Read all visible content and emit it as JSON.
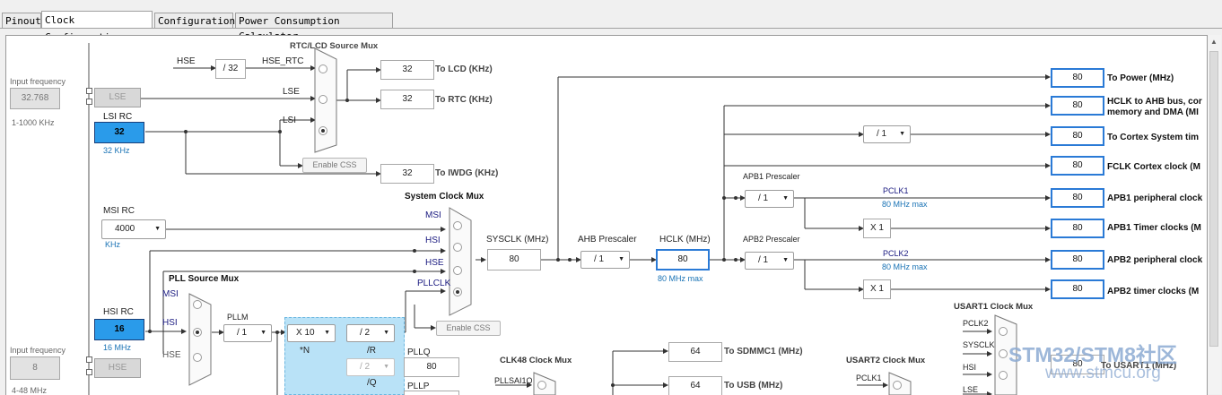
{
  "tabs": [
    {
      "label": "Pinout",
      "active": false
    },
    {
      "label": "Clock Configuration",
      "active": true
    },
    {
      "label": "Configuration",
      "active": false
    },
    {
      "label": "Power Consumption Calculator",
      "active": false
    }
  ],
  "left": {
    "input_freq_label_1": "Input frequency",
    "input_freq_value_1": "32.768",
    "range_1": "1-1000 KHz",
    "input_freq_label_2": "Input frequency",
    "input_freq_value_2": "8",
    "range_2": "4-48 MHz"
  },
  "oscillators": {
    "lse": "LSE",
    "lsi_title": "LSI RC",
    "lsi_value": "32",
    "lsi_unit": "32 KHz",
    "msi_title": "MSI RC",
    "msi_value": "4000",
    "msi_unit": "KHz",
    "hsi_title": "HSI RC",
    "hsi_value": "16",
    "hsi_unit": "16 MHz",
    "hse": "HSE"
  },
  "rtc": {
    "title": "RTC/LCD Source Mux",
    "hse_label": "HSE",
    "div32": "/ 32",
    "hse_rtc": "HSE_RTC",
    "lse_label": "LSE",
    "lsi_label": "LSI",
    "enable_css": "Enable CSS",
    "lcd_value": "32",
    "lcd_label": "To LCD (KHz)",
    "rtc_value": "32",
    "rtc_label": "To RTC (KHz)",
    "iwdg_value": "32",
    "iwdg_label": "To IWDG (KHz)"
  },
  "sysmux": {
    "title": "System Clock Mux",
    "in_msi": "MSI",
    "in_hsi": "HSI",
    "in_hse": "HSE",
    "in_pllclk": "PLLCLK",
    "enable_css": "Enable CSS",
    "sysclk_label": "SYSCLK (MHz)",
    "sysclk_value": "80"
  },
  "ahb": {
    "prescaler_label": "AHB Prescaler",
    "prescaler_value": "/ 1",
    "hclk_label": "HCLK (MHz)",
    "hclk_value": "80",
    "hclk_max": "80 MHz max"
  },
  "pll": {
    "src_title": "PLL Source Mux",
    "in_msi": "MSI",
    "in_hsi": "HSI",
    "in_hse": "HSE",
    "pllm_label": "PLLM",
    "pllm_value": "/ 1",
    "n_value": "X 10",
    "n_label": "*N",
    "r_value": "/ 2",
    "r_label": "/R",
    "q_value": "/ 2",
    "q_label": "/Q",
    "pllq_label": "PLLQ",
    "pllq_value": "80",
    "pllp_label": "PLLP"
  },
  "apb": {
    "apb1_label": "APB1 Prescaler",
    "apb1_value": "/ 1",
    "pclk1_label": "PCLK1",
    "pclk1_max": "80 MHz max",
    "apb1_x": "X 1",
    "apb2_label": "APB2 Prescaler",
    "apb2_value": "/ 1",
    "pclk2_label": "PCLK2",
    "pclk2_max": "80 MHz max",
    "apb2_x": "X 1",
    "cortex_div": "/ 1"
  },
  "outputs": [
    {
      "value": "80",
      "label": "To Power (MHz)"
    },
    {
      "value": "80",
      "label": "HCLK to AHB bus, cor",
      "label2": "memory and DMA (MI"
    },
    {
      "value": "80",
      "label": "To Cortex System tim"
    },
    {
      "value": "80",
      "label": "FCLK Cortex clock (M"
    },
    {
      "value": "80",
      "label": "APB1 peripheral clock"
    },
    {
      "value": "80",
      "label": "APB1 Timer clocks (M"
    },
    {
      "value": "80",
      "label": "APB2 peripheral clock"
    },
    {
      "value": "80",
      "label": "APB2 timer clocks (M"
    }
  ],
  "bottom": {
    "clk48_title": "CLK48 Clock Mux",
    "pllsai1q": "PLLSAI1Q",
    "sdmmc_value": "64",
    "sdmmc_label": "To SDMMC1 (MHz)",
    "usb_value": "64",
    "usb_label": "To USB (MHz)",
    "usart2_title": "USART2 Clock Mux",
    "pclk1_in": "PCLK1",
    "usart1_title": "USART1 Clock Mux",
    "u1_pclk2": "PCLK2",
    "u1_sysclk": "SYSCLK",
    "u1_hsi": "HSI",
    "u1_lse": "LSE",
    "usart1_value": "80",
    "usart1_label": "To USART1 (MHz)"
  },
  "watermark": {
    "line1": "STM32/STM8社区",
    "line2": "www.stmcu.org"
  }
}
